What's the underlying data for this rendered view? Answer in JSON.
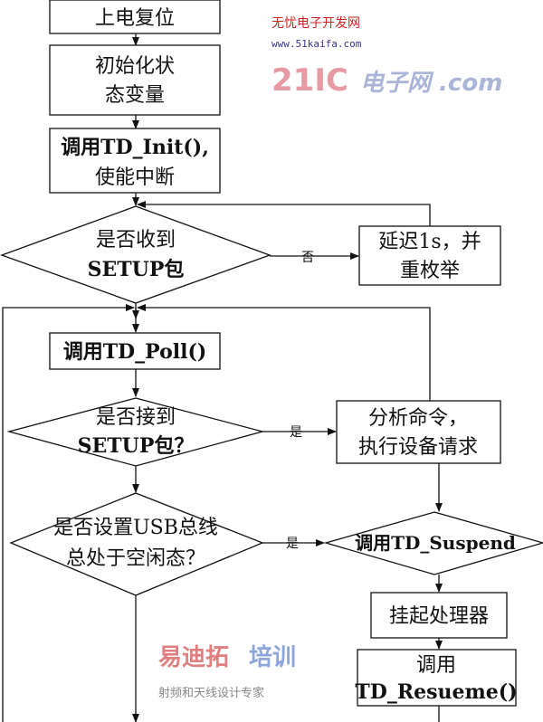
{
  "nodes": {
    "power_reset": "上电复位",
    "init_state": [
      "初始化状",
      "态变量"
    ],
    "td_init": [
      "调用TD_Init(),",
      "使能中断"
    ],
    "setup_received": [
      "是否收到",
      "SETUP包"
    ],
    "delay_reenum": [
      "延迟1s，并",
      "重枚举"
    ],
    "td_poll": "调用TD_Poll()",
    "setup_got": [
      "是否接到",
      "SETUP包？"
    ],
    "analyze_cmd": [
      "分析命令，",
      "执行设备请求"
    ],
    "usb_idle": [
      "是否设置USB总线",
      "总处于空闲态？"
    ],
    "td_suspend": "调用TD_Suspend",
    "suspend_cpu": "挂起处理器",
    "td_resume": [
      "调用",
      "TD_Resueme()"
    ]
  },
  "edge_labels": {
    "no": "否",
    "yes1": "是",
    "yes2": "是"
  },
  "watermarks": {
    "site_cn": "无忧电子开发网",
    "site_url": "www.51kaifa.com",
    "logo_21ic": "21IC",
    "logo_com": "电子网 .com",
    "training_red": "易迪拓",
    "training_blue": "培训",
    "tagline": "射频和天线设计专家"
  },
  "colors": {
    "line": "#111111",
    "background": "#ffffff"
  }
}
